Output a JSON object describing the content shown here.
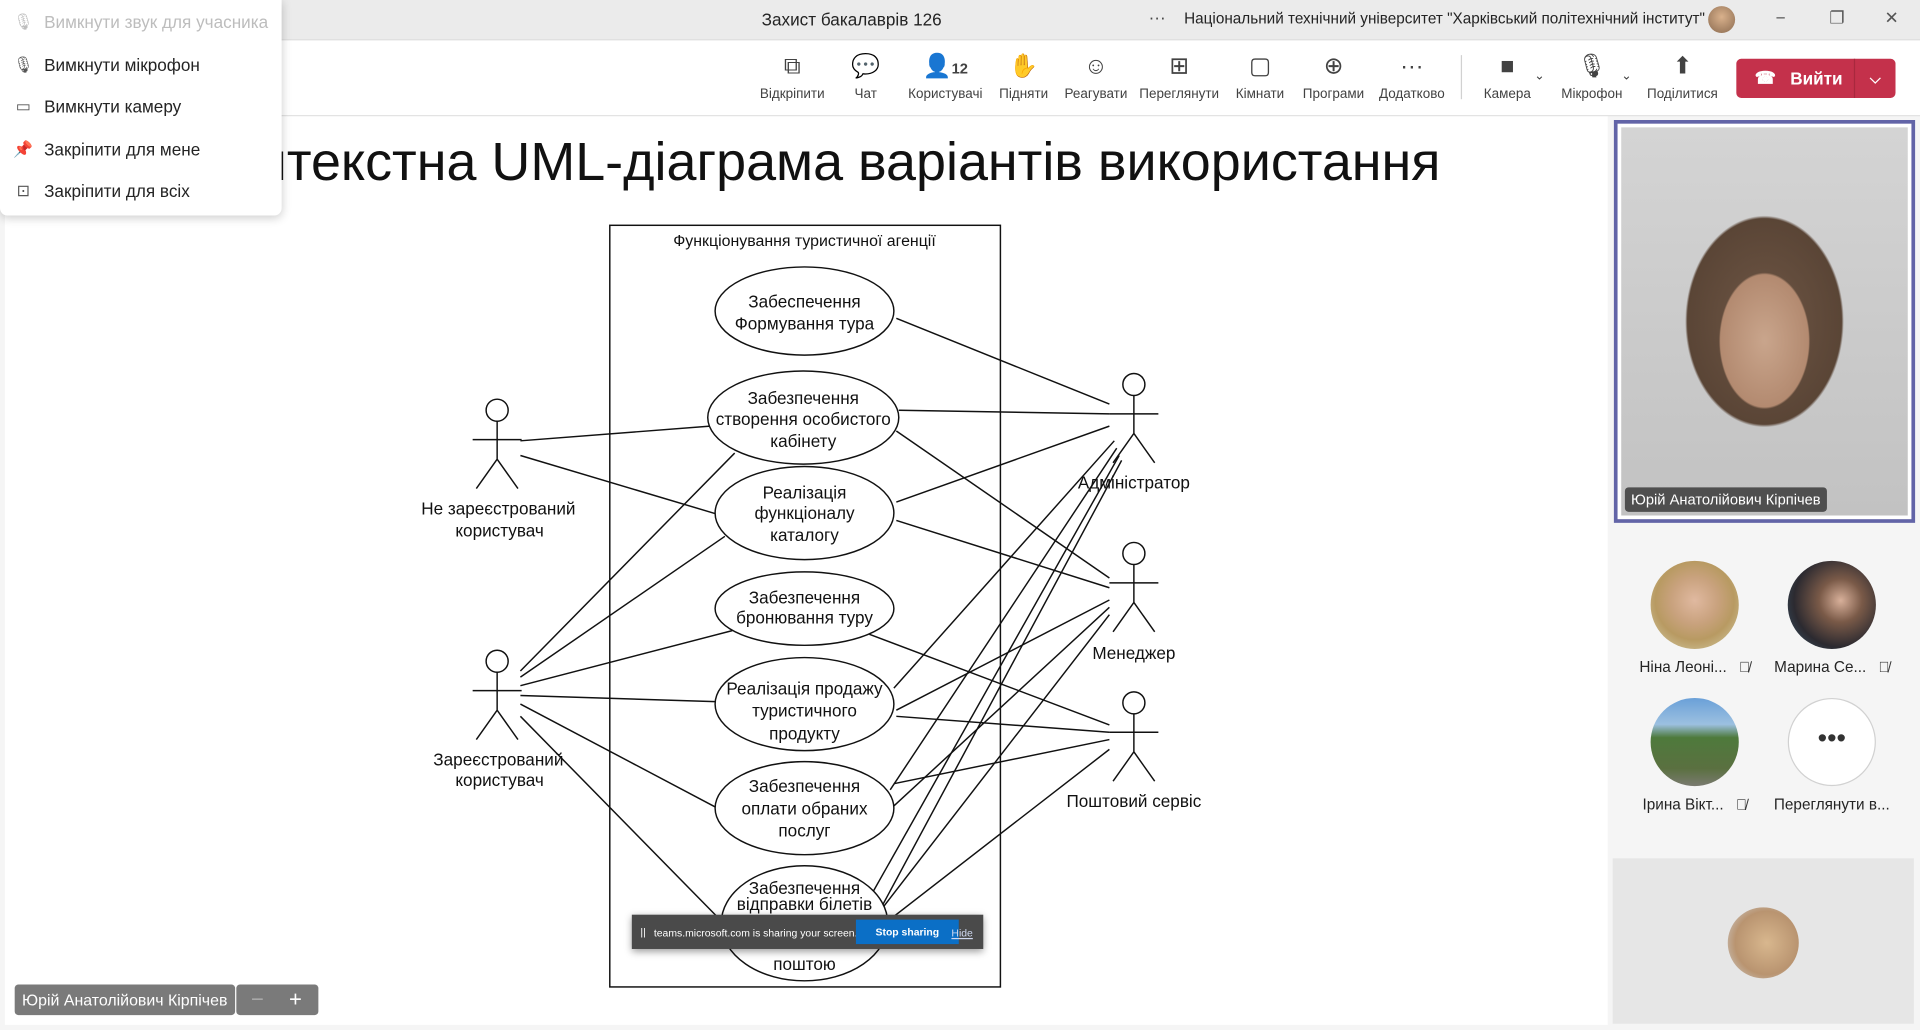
{
  "window": {
    "title": "Захист бакалаврів 126",
    "more": "···",
    "organization": "Національний технічний університет \"Харківський політехнічний інститут\"",
    "minimize": "−",
    "restore": "❐",
    "close": "✕"
  },
  "toolbar": {
    "items": [
      {
        "label": "Відкріпити",
        "icon": "⧉"
      },
      {
        "label": "Чат",
        "icon": "💬"
      },
      {
        "label": "Користувачі",
        "icon": "👤",
        "count": "12"
      },
      {
        "label": "Підняти",
        "icon": "✋"
      },
      {
        "label": "Реагувати",
        "icon": "☺"
      },
      {
        "label": "Переглянути",
        "icon": "⊞"
      },
      {
        "label": "Кімнати",
        "icon": "▢"
      },
      {
        "label": "Програми",
        "icon": "⊕"
      },
      {
        "label": "Додатково",
        "icon": "···"
      },
      {
        "label": "Камера",
        "icon": "■"
      },
      {
        "label": "Мікрофон",
        "icon": "🎙"
      },
      {
        "label": "Поділитися",
        "icon": "⬆"
      }
    ],
    "leave_label": "Вийти"
  },
  "context_menu": {
    "items": [
      {
        "label": "Вимкнути звук для учасника",
        "disabled": true
      },
      {
        "label": "Вимкнути мікрофон"
      },
      {
        "label": "Вимкнути камеру"
      },
      {
        "label": "Закріпити для мене"
      },
      {
        "label": "Закріпити для всіх"
      }
    ]
  },
  "slide": {
    "title": "нтекстна UML-діаграма варіантів використання",
    "boundary": "Функціонування туристичної агенції",
    "use_cases": [
      [
        "Забеспечення",
        "Формування тура"
      ],
      [
        "Забезпечення",
        "створення особистого",
        "кабінету"
      ],
      [
        "Реалізація",
        "функціоналу",
        "каталогу"
      ],
      [
        "Забезпечення",
        "бронювання туру"
      ],
      [
        "Реалізація продажу",
        "туристичного",
        "продукту"
      ],
      [
        "Забезпечення",
        "оплати обраних",
        "послуг"
      ],
      [
        "Забезпечення",
        "відправки білетів",
        "поштою"
      ]
    ],
    "actors": [
      [
        "Не зареєстрований",
        "користувач"
      ],
      [
        "Зареєстрований",
        "користувач"
      ],
      [
        "Адміністратор"
      ],
      [
        "Менеджер"
      ],
      [
        "Поштовий сервіс"
      ]
    ]
  },
  "share_banner": {
    "text": "teams.microsoft.com is sharing your screen.",
    "stop": "Stop sharing",
    "hide": "Hide"
  },
  "presenter": {
    "name": "Юрій Анатолійович Кірпічев",
    "zoom_out": "−",
    "zoom_in": "+"
  },
  "pinned": {
    "name": "Юрій Анатолійович Кірпічев"
  },
  "participants": [
    {
      "name": "Ніна Леоні...",
      "muted": true
    },
    {
      "name": "Марина Се...",
      "muted": true
    },
    {
      "name": "Ірина Вікт...",
      "muted": true
    },
    {
      "name": "Переглянути в..."
    }
  ]
}
